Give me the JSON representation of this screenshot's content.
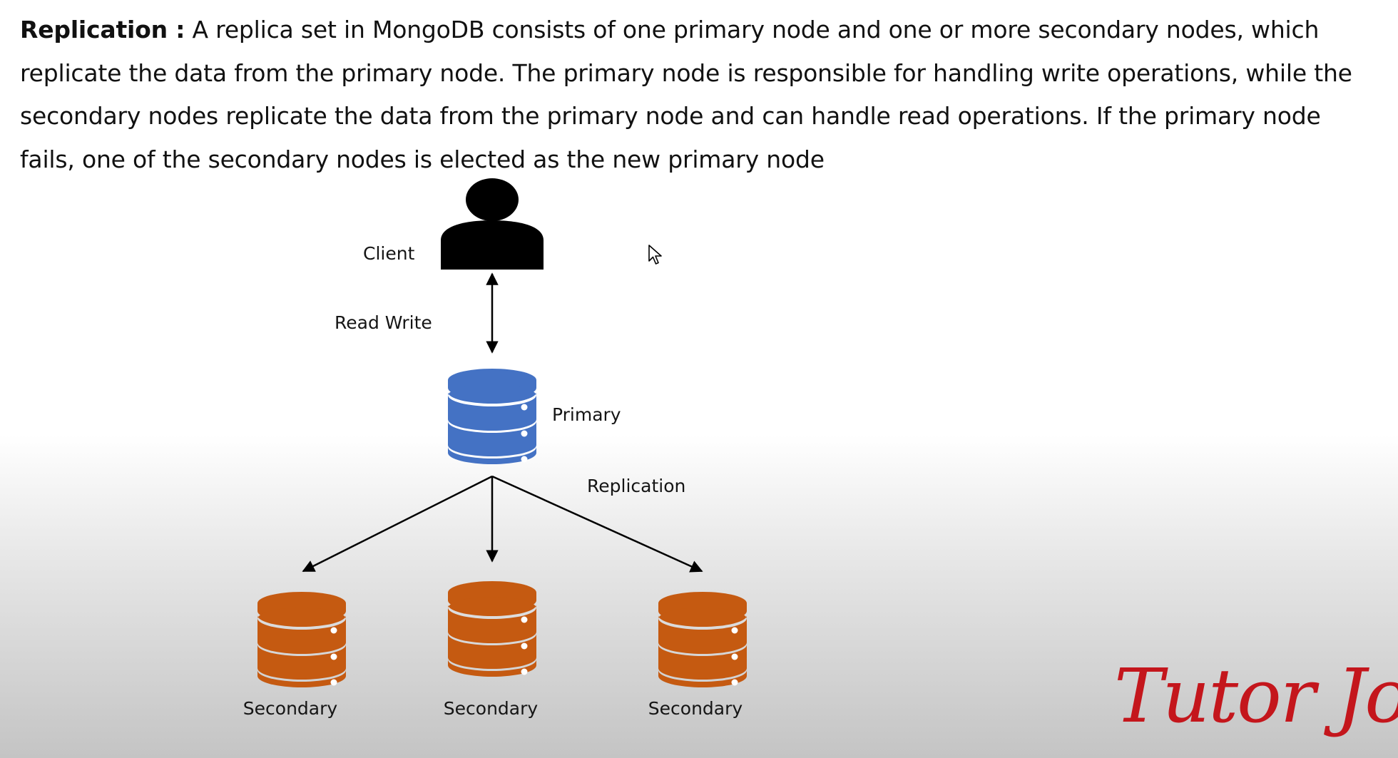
{
  "paragraph": {
    "heading": "Replication :",
    "body": " A replica set in MongoDB consists of one primary node and one or more secondary nodes, which replicate the data from the primary node. The primary node is responsible for handling write operations, while the secondary nodes replicate the data from the primary node and can handle read operations. If the primary node fails, one of the secondary nodes is elected as the new primary node"
  },
  "diagram": {
    "client_label": "Client",
    "client_edge_label": "Read Write",
    "primary_label": "Primary",
    "replication_label": "Replication",
    "secondary_labels": [
      "Secondary",
      "Secondary",
      "Secondary"
    ]
  },
  "watermark": "Tutor Joes",
  "colors": {
    "primary_db": "#4472c4",
    "secondary_db": "#c55a11",
    "watermark": "#c4161c"
  },
  "icons": [
    "person-icon",
    "database-icon",
    "mouse-cursor-icon"
  ]
}
